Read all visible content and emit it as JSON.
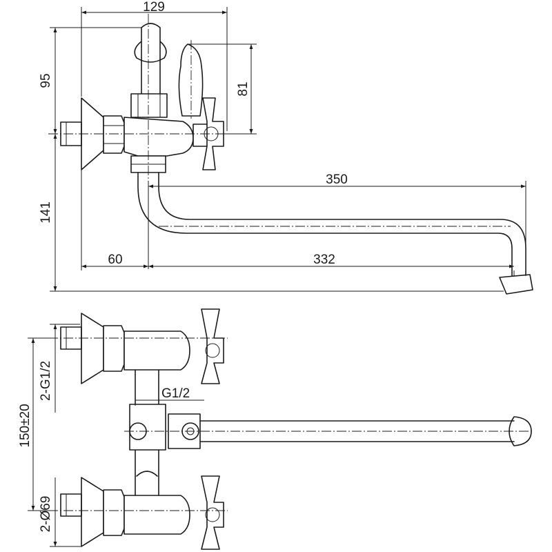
{
  "dimensions": {
    "overall_width": "129",
    "upper_height": "95",
    "handle_height": "81",
    "spout_length": "350",
    "lower_height": "141",
    "offset": "60",
    "spout_reach": "332",
    "inlet_thread": "2-G1/2",
    "outlet_thread": "G1/2",
    "center_distance": "150±20",
    "flange_diameter": "2-Ø69"
  }
}
